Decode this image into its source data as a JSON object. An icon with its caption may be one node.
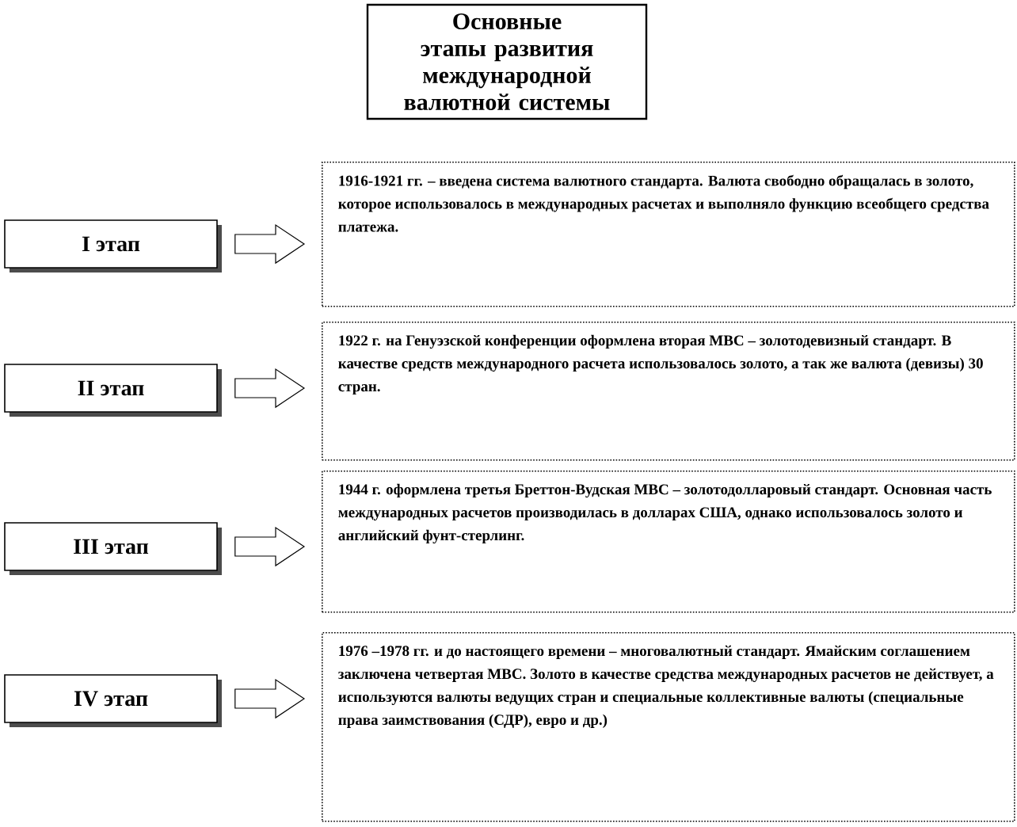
{
  "diagram": {
    "nodes": [
      {
        "text": [
          "Основные этапы развития международной валютной системы"
        ]
      },
      {
        "text": [
          "I этап"
        ]
      },
      {
        "text": [
          "1916-1921 гг. – введена система валютного стандарта. Валюта свободно обращалась в золото, которое использовалось в международных расчетах и выполняло функцию всеобщего средства платежа."
        ]
      },
      {
        "text": [
          "II этап"
        ]
      },
      {
        "text": [
          "1922 г. на Генуэзской конференции оформлена вторая МВС – золотодевизный стандарт. В качестве средств международного расчета использовалось золото, а так же валюта (девизы) 30 стран."
        ]
      },
      {
        "text": [
          "III этап"
        ]
      },
      {
        "text": [
          "1944 г. оформлена третья Бреттон-Вудская МВС – золотодолларовый стандарт. Основная часть международных расчетов производилась в долларах США, однако использовалось золото и английский фунт-стерлинг."
        ]
      },
      {
        "text": [
          "IV этап"
        ]
      },
      {
        "text": [
          "1976 –1978 гг. и до настоящего времени – многовалютный стандарт. Ямайским соглашением заключена четвертая МВС. Золото в качестве средства международных расчетов не действует, а используются валюты ведущих стран и специальные коллективные валюты (специальные права заимствования (СДР), евро и др.)"
        ]
      }
    ],
    "edges": [
      {
        "from": 1,
        "to": 2,
        "arrow": "to"
      },
      {
        "from": 3,
        "to": 4,
        "arrow": "to"
      },
      {
        "from": 5,
        "to": 6,
        "arrow": "to"
      },
      {
        "from": 7,
        "to": 8,
        "arrow": "to"
      }
    ]
  }
}
